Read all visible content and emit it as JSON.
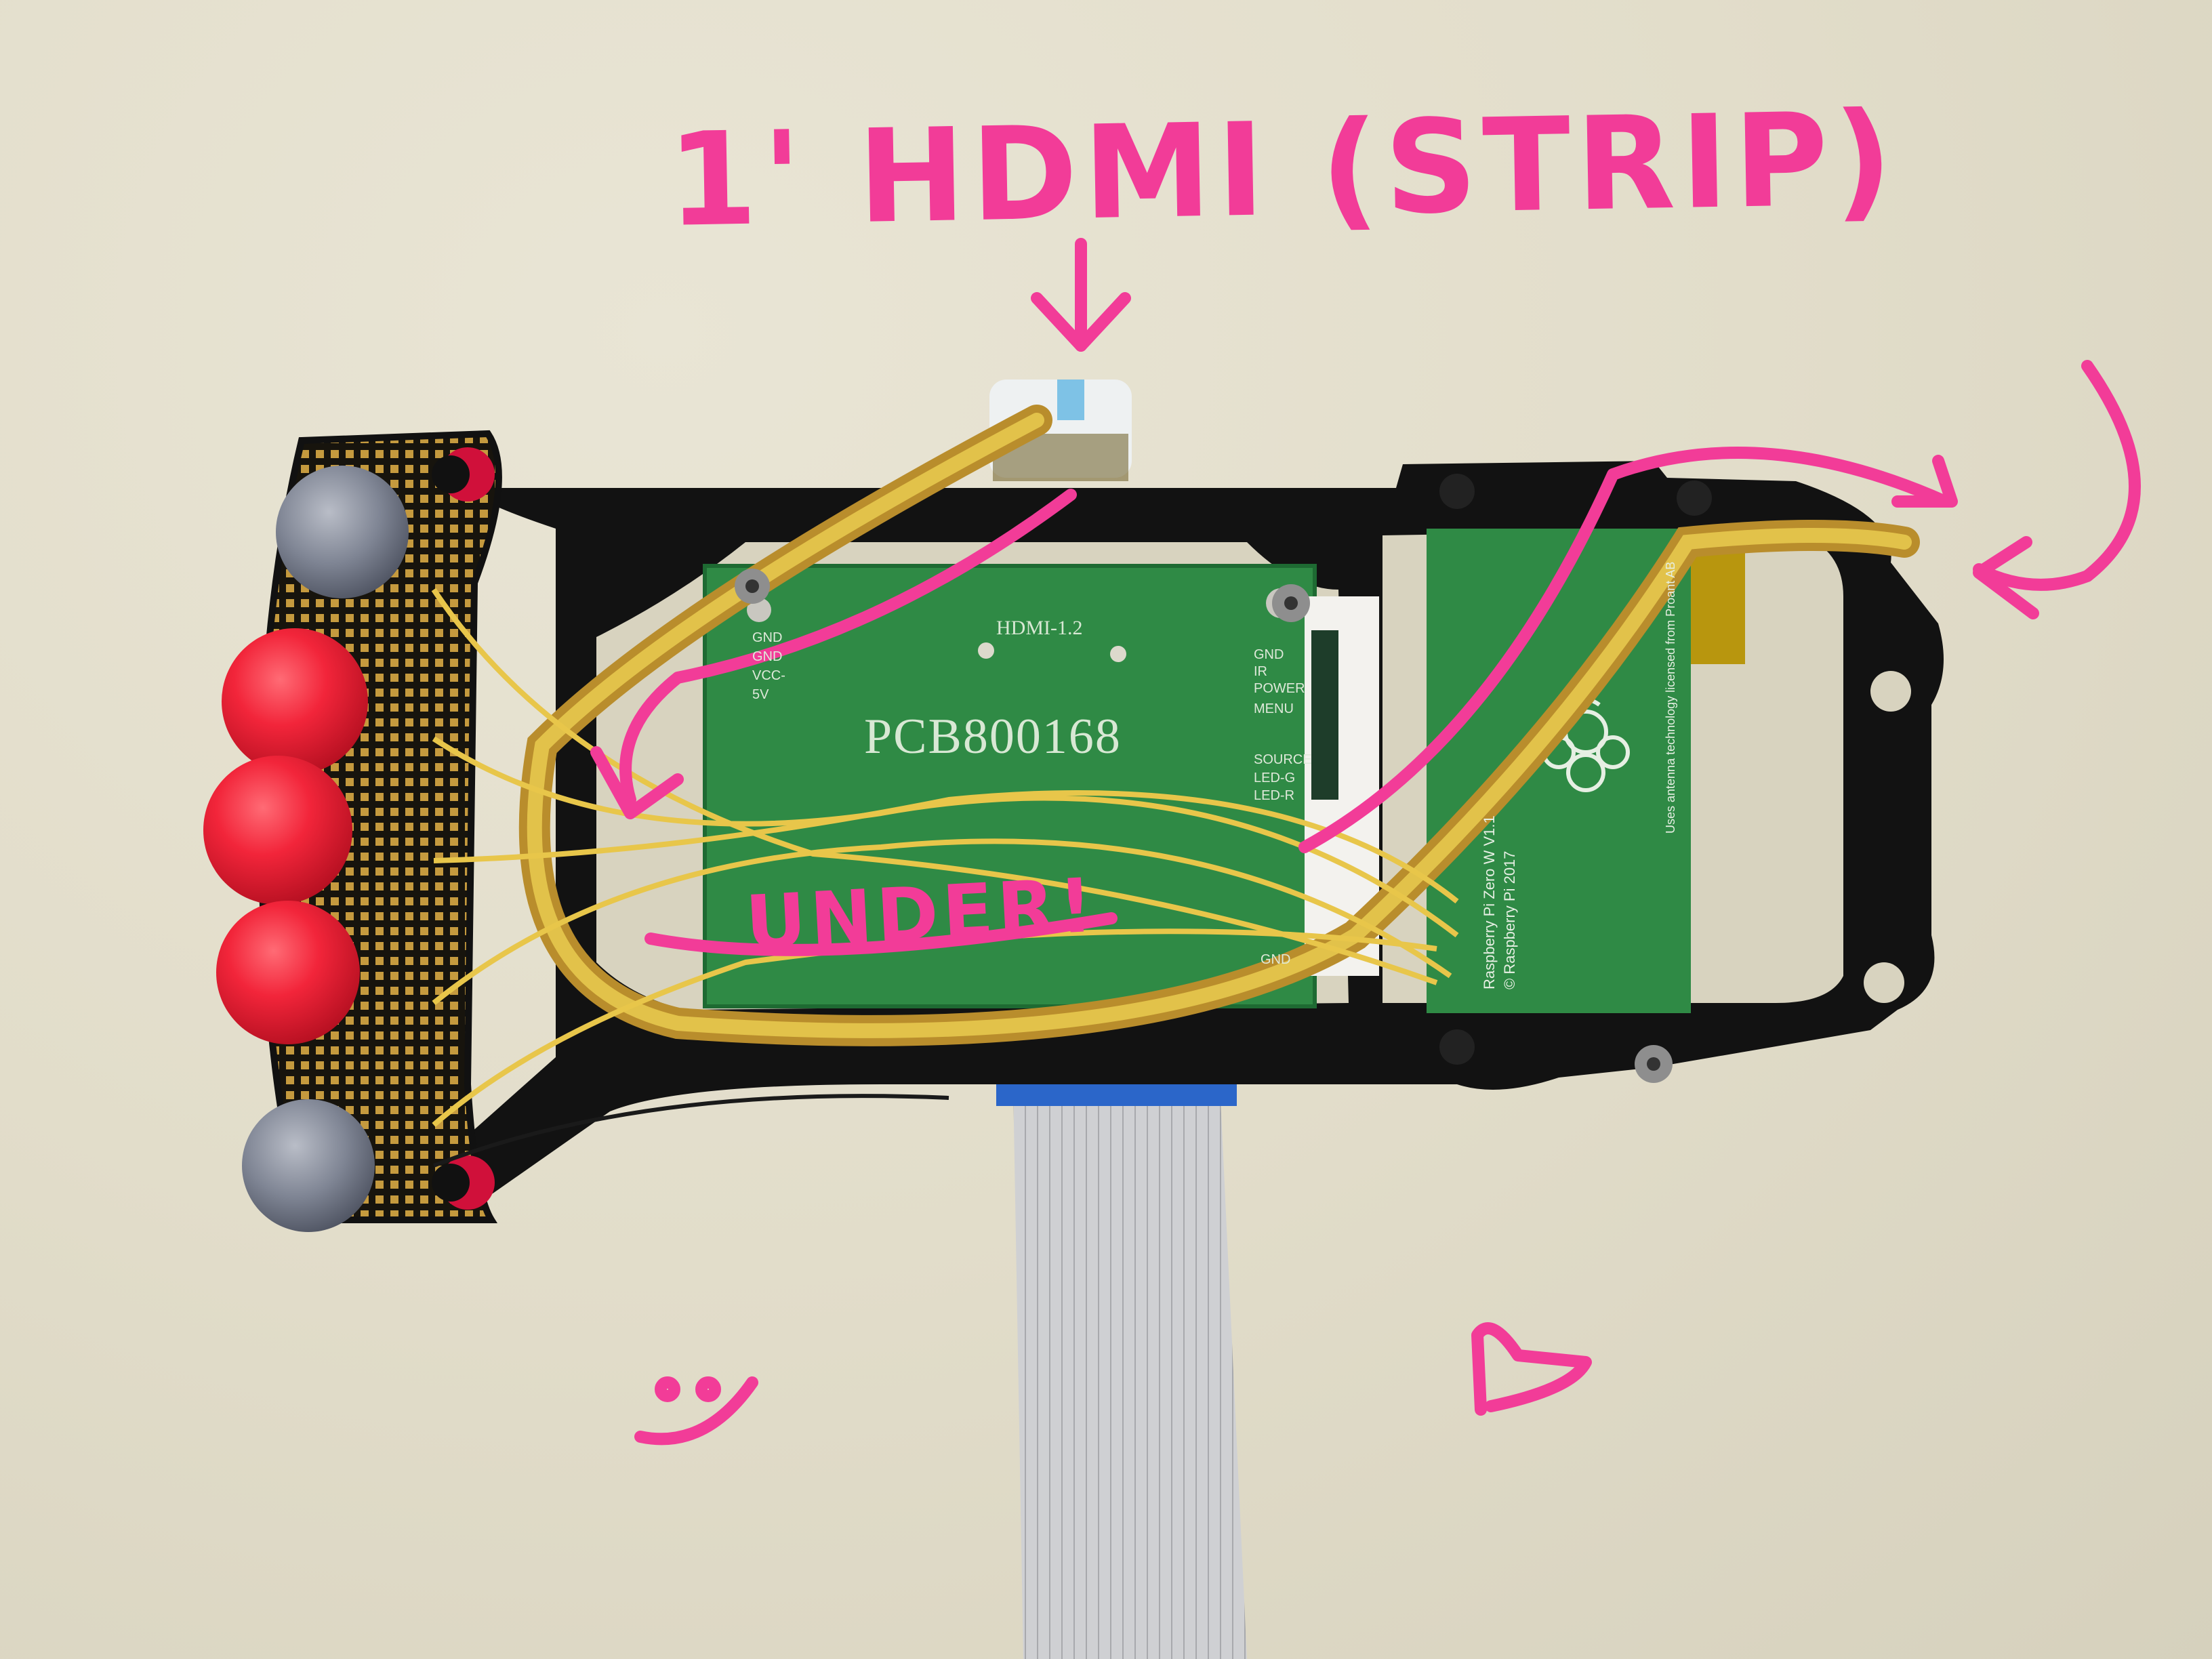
{
  "annotations": {
    "title": "1' HDMI (STRIP)",
    "under": "UNDER!"
  },
  "board": {
    "pcb_id": "PCB800168",
    "hdmi_version": "HDMI-1.2",
    "left_pins": [
      "GND",
      "GND",
      "VCC-",
      "5V"
    ],
    "right_pins": [
      "GND",
      "IR",
      "POWER",
      "MENU",
      "SOURCE",
      "LED-G",
      "LED-R"
    ],
    "bottom_pin": "GND"
  },
  "rpi": {
    "line1": "Raspberry Pi Zero W V1.1",
    "line2": "© Raspberry Pi 2017",
    "line3": "Uses antenna technology licensed from Proant AB"
  },
  "colors": {
    "annotation": "#f23c98",
    "frame": "#121212",
    "pcb": "#2f8a45",
    "button_red": "#f2253a",
    "button_grey": "#8a8f9c",
    "wire": "#e8c64a"
  }
}
